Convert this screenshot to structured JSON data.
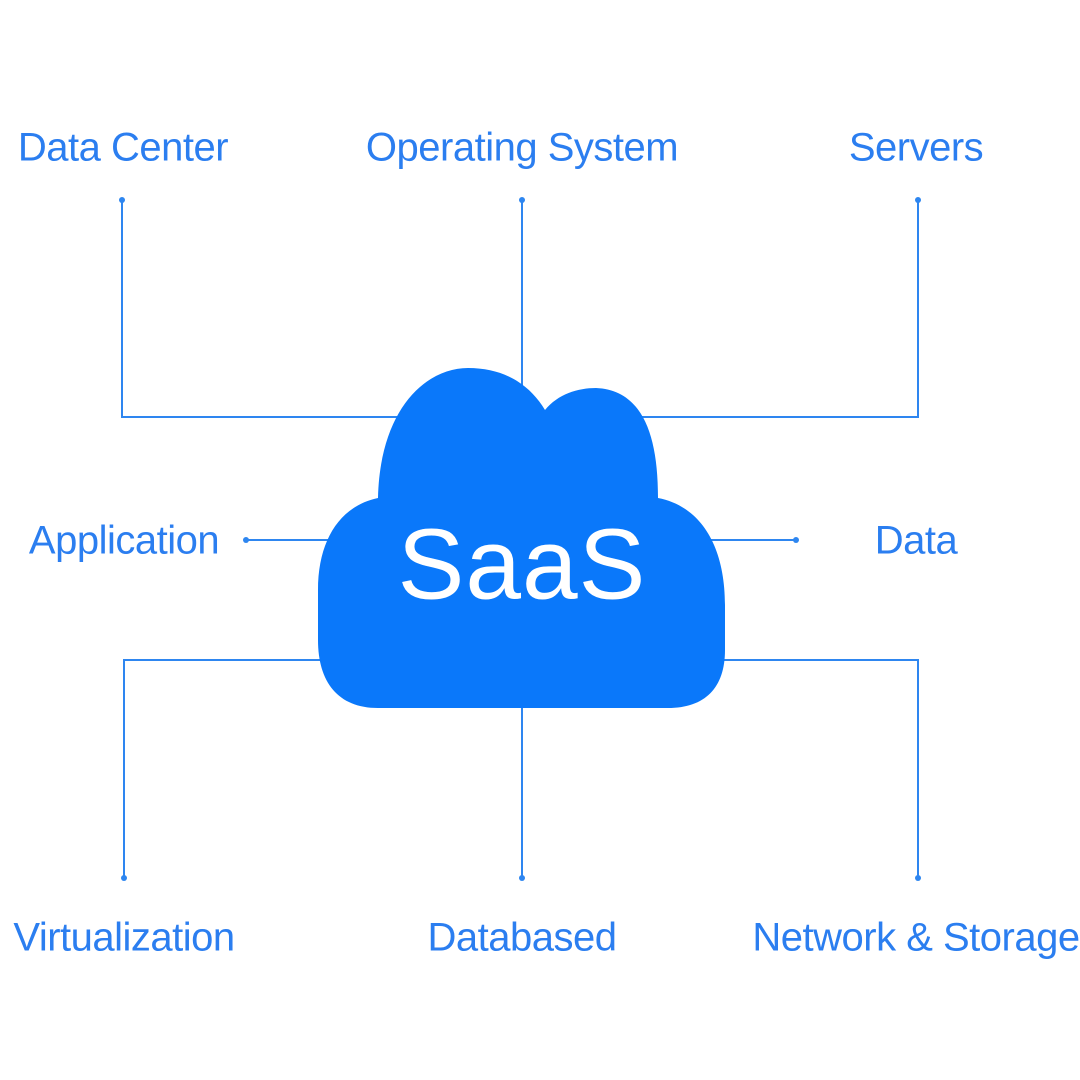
{
  "center": {
    "label": "SaaS"
  },
  "nodes": [
    {
      "id": "data-center",
      "label": "Data Center"
    },
    {
      "id": "operating-system",
      "label": "Operating System"
    },
    {
      "id": "servers",
      "label": "Servers"
    },
    {
      "id": "application",
      "label": "Application"
    },
    {
      "id": "data",
      "label": "Data"
    },
    {
      "id": "virtualization",
      "label": "Virtualization"
    },
    {
      "id": "databased",
      "label": "Databased"
    },
    {
      "id": "network-storage",
      "label": "Network & Storage"
    }
  ],
  "colors": {
    "cloud": "#0a78fa",
    "line": "#2e86f0",
    "text": "#2b7ef0",
    "center_text": "#ffffff"
  }
}
